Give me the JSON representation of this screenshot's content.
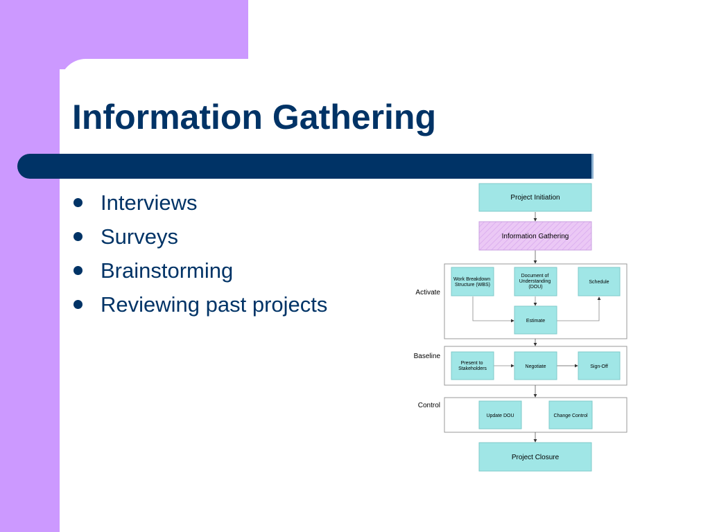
{
  "slide": {
    "title": "Information Gathering",
    "bullets": [
      "Interviews",
      "Surveys",
      "Brainstorming",
      "Reviewing past projects"
    ]
  },
  "diagram": {
    "colors": {
      "box": "#a0e6e6",
      "highlight": "#ebc8f5",
      "accent": "#003366",
      "side": "#cc99ff"
    },
    "nodes": {
      "project_initiation": "Project Initiation",
      "information_gathering": "Information Gathering",
      "wbs": [
        "Work Breakdown",
        "Structure (WBS)"
      ],
      "dou": [
        "Document of",
        "Understanding",
        "(DOU)"
      ],
      "schedule": "Schedule",
      "estimate": "Estimate",
      "present": [
        "Present to",
        "Stakeholders"
      ],
      "negotiate": "Negotiate",
      "signoff": "Sign-Off",
      "update_dou": "Update DOU",
      "change_control": "Change Control",
      "project_closure": "Project Closure"
    },
    "groups": {
      "activate": "Activate",
      "baseline": "Baseline",
      "control": "Control"
    }
  }
}
